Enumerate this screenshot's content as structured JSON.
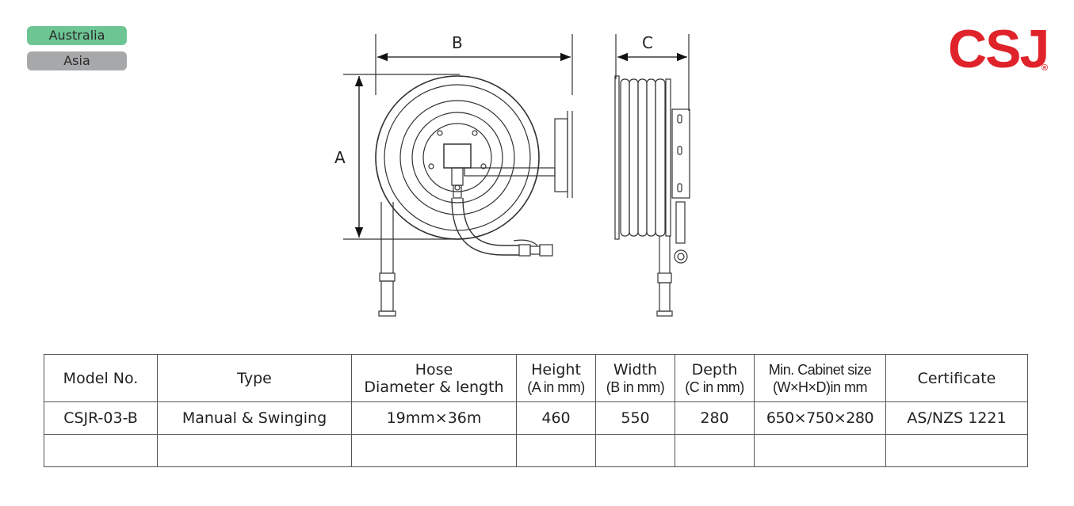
{
  "regions": [
    {
      "label": "Australia",
      "color": "#6dc594"
    },
    {
      "label": "Asia",
      "color": "#a7a8aa"
    }
  ],
  "logo": {
    "text": "CSJ",
    "mark": "®",
    "color": "#e0232a"
  },
  "dimensions": {
    "a": "A",
    "b": "B",
    "c": "C"
  },
  "table": {
    "headers": {
      "model": "Model No.",
      "type": "Type",
      "hose_line1": "Hose",
      "hose_line2": "Diameter & length",
      "height_line1": "Height",
      "height_line2": "(A in mm)",
      "width_line1": "Width",
      "width_line2": "(B in mm)",
      "depth_line1": "Depth",
      "depth_line2": "(C in mm)",
      "cabinet_line1": "Min. Cabinet size",
      "cabinet_line2": "(W×H×D)in mm",
      "certificate": "Certificate"
    },
    "rows": [
      {
        "model": "CSJR-03-B",
        "type": "Manual & Swinging",
        "hose": "19mm×36m",
        "height": "460",
        "width": "550",
        "depth": "280",
        "cabinet": "650×750×280",
        "certificate": "AS/NZS 1221"
      }
    ]
  }
}
